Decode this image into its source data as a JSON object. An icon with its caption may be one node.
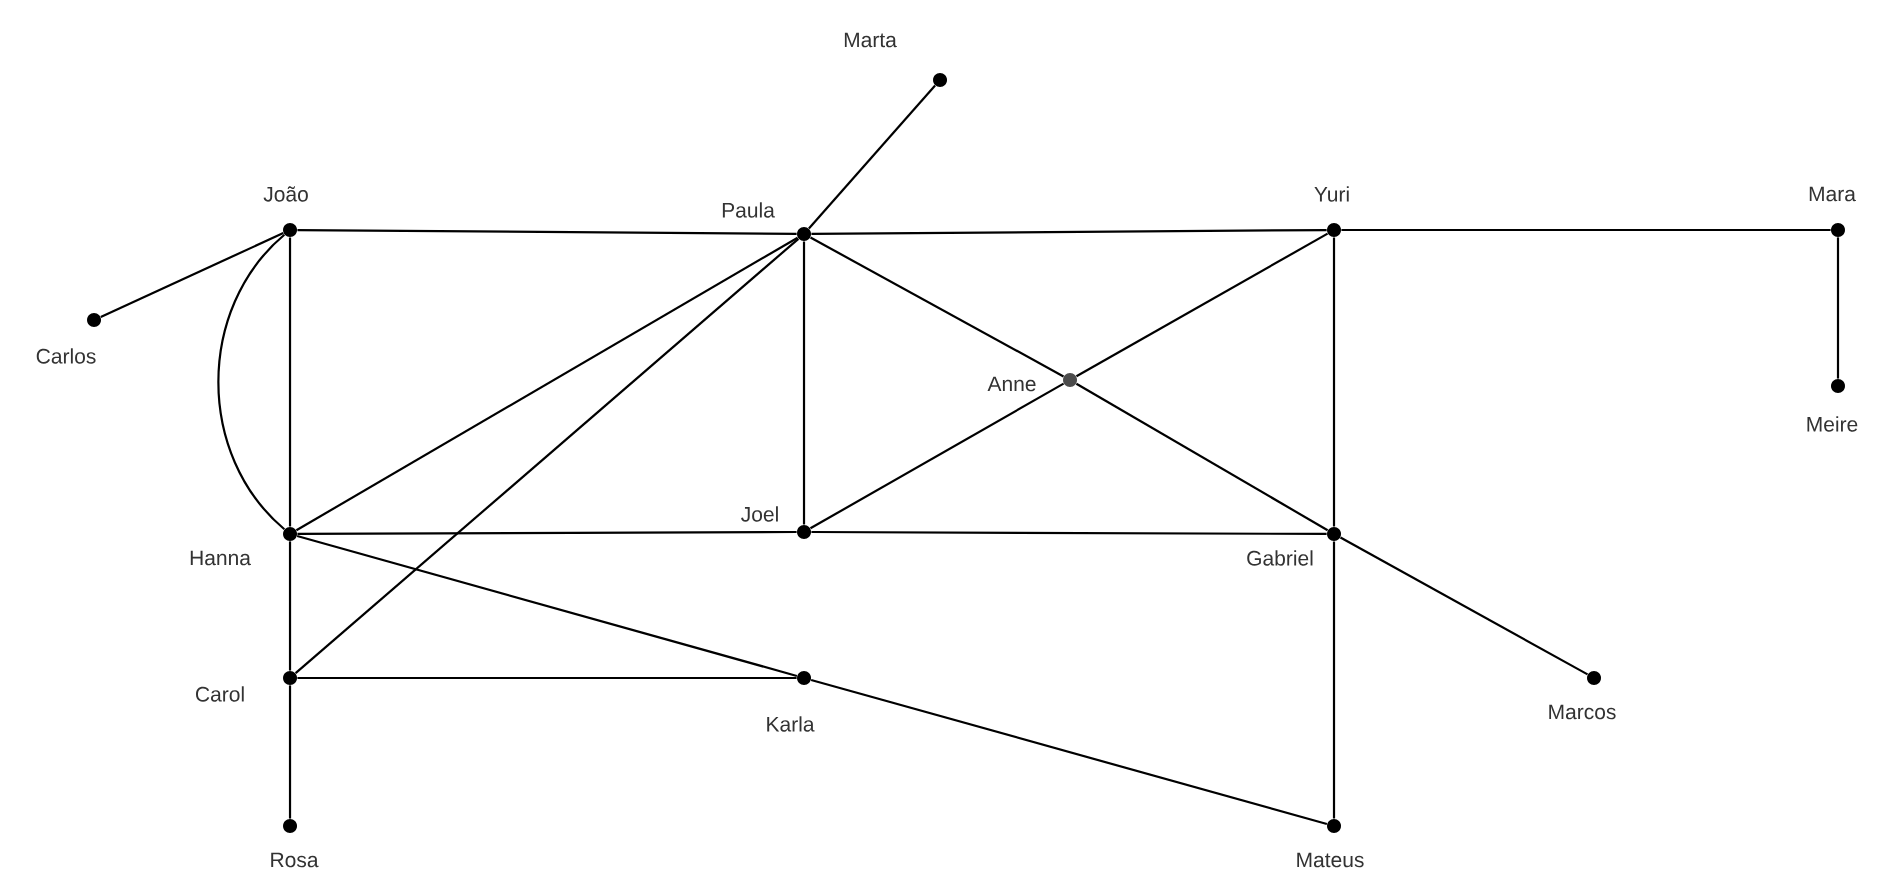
{
  "diagram": {
    "nodes": [
      {
        "text": [
          "Marta"
        ]
      },
      {
        "text": [
          "João"
        ]
      },
      {
        "text": [
          "Paula"
        ]
      },
      {
        "text": [
          "Yuri"
        ]
      },
      {
        "text": [
          "Mara"
        ]
      },
      {
        "text": [
          "Carlos"
        ]
      },
      {
        "text": [
          "Anne"
        ]
      },
      {
        "text": [
          "Meire"
        ]
      },
      {
        "text": [
          "Hanna"
        ]
      },
      {
        "text": [
          "Joel"
        ]
      },
      {
        "text": [
          "Gabriel"
        ]
      },
      {
        "text": [
          "Carol"
        ]
      },
      {
        "text": [
          "Karla"
        ]
      },
      {
        "text": [
          "Marcos"
        ]
      },
      {
        "text": [
          "Rosa"
        ]
      },
      {
        "text": [
          "Mateus"
        ]
      }
    ],
    "edges": [
      {
        "from": 1,
        "to": 2,
        "arrow": "none"
      },
      {
        "from": 2,
        "to": 3,
        "arrow": "none"
      },
      {
        "from": 3,
        "to": 4,
        "arrow": "none"
      },
      {
        "from": 4,
        "to": 7,
        "arrow": "none"
      },
      {
        "from": 1,
        "to": 5,
        "arrow": "none"
      },
      {
        "from": 1,
        "to": 8,
        "arrow": "none"
      },
      {
        "from": 1,
        "to": 8,
        "arrow": "none"
      },
      {
        "from": 2,
        "to": 0,
        "arrow": "none"
      },
      {
        "from": 2,
        "to": 8,
        "arrow": "none"
      },
      {
        "from": 2,
        "to": 11,
        "arrow": "none"
      },
      {
        "from": 2,
        "to": 9,
        "arrow": "none"
      },
      {
        "from": 2,
        "to": 6,
        "arrow": "none"
      },
      {
        "from": 6,
        "to": 10,
        "arrow": "none"
      },
      {
        "from": 9,
        "to": 6,
        "arrow": "none"
      },
      {
        "from": 6,
        "to": 3,
        "arrow": "none"
      },
      {
        "from": 3,
        "to": 10,
        "arrow": "none"
      },
      {
        "from": 8,
        "to": 9,
        "arrow": "none"
      },
      {
        "from": 9,
        "to": 10,
        "arrow": "none"
      },
      {
        "from": 10,
        "to": 13,
        "arrow": "none"
      },
      {
        "from": 10,
        "to": 15,
        "arrow": "none"
      },
      {
        "from": 8,
        "to": 11,
        "arrow": "none"
      },
      {
        "from": 11,
        "to": 14,
        "arrow": "none"
      },
      {
        "from": 11,
        "to": 12,
        "arrow": "none"
      },
      {
        "from": 8,
        "to": 12,
        "arrow": "none"
      },
      {
        "from": 12,
        "to": 15,
        "arrow": "none"
      }
    ]
  }
}
